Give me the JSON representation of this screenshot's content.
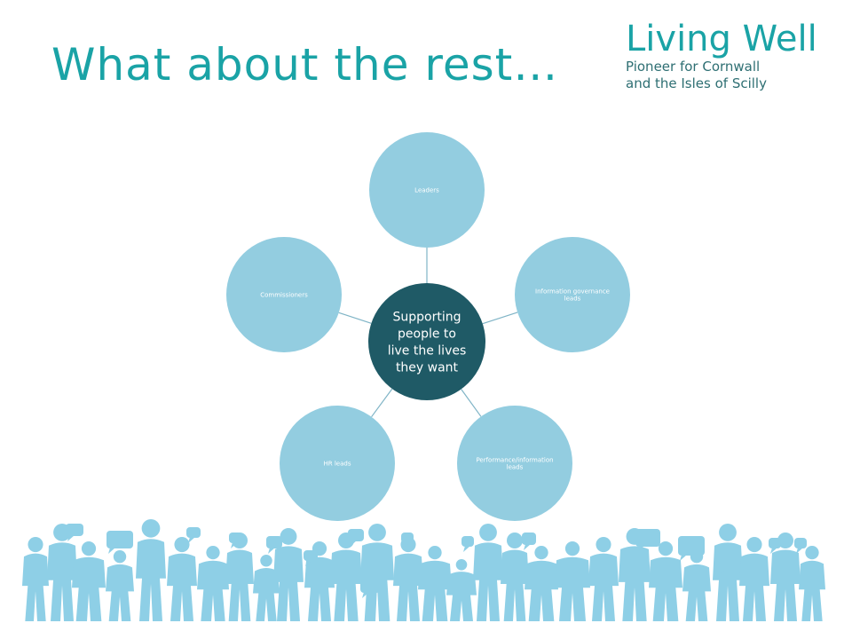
{
  "title": "What about the rest…",
  "brand": {
    "name": "Living Well",
    "tagline_line1": "Pioneer for Cornwall",
    "tagline_line2": "and the Isles of Scilly"
  },
  "diagram": {
    "center_label": [
      "Supporting",
      "people to",
      "live the lives",
      "they want"
    ],
    "nodes": [
      {
        "id": "leaders",
        "label": [
          "Leaders"
        ]
      },
      {
        "id": "information-governance-leads",
        "label": [
          "Information governance",
          "leads"
        ]
      },
      {
        "id": "performance-information-leads",
        "label": [
          "Performance/information",
          "leads"
        ]
      },
      {
        "id": "hr-leads",
        "label": [
          "HR leads"
        ]
      },
      {
        "id": "commissioners",
        "label": [
          "Commissioners"
        ]
      }
    ]
  },
  "colors": {
    "title": "#1aa3a6",
    "center_fill": "#1f5a66",
    "node_fill": "#93cde0",
    "connector": "#7fb4c6",
    "crowd": "#8ecfe6"
  }
}
